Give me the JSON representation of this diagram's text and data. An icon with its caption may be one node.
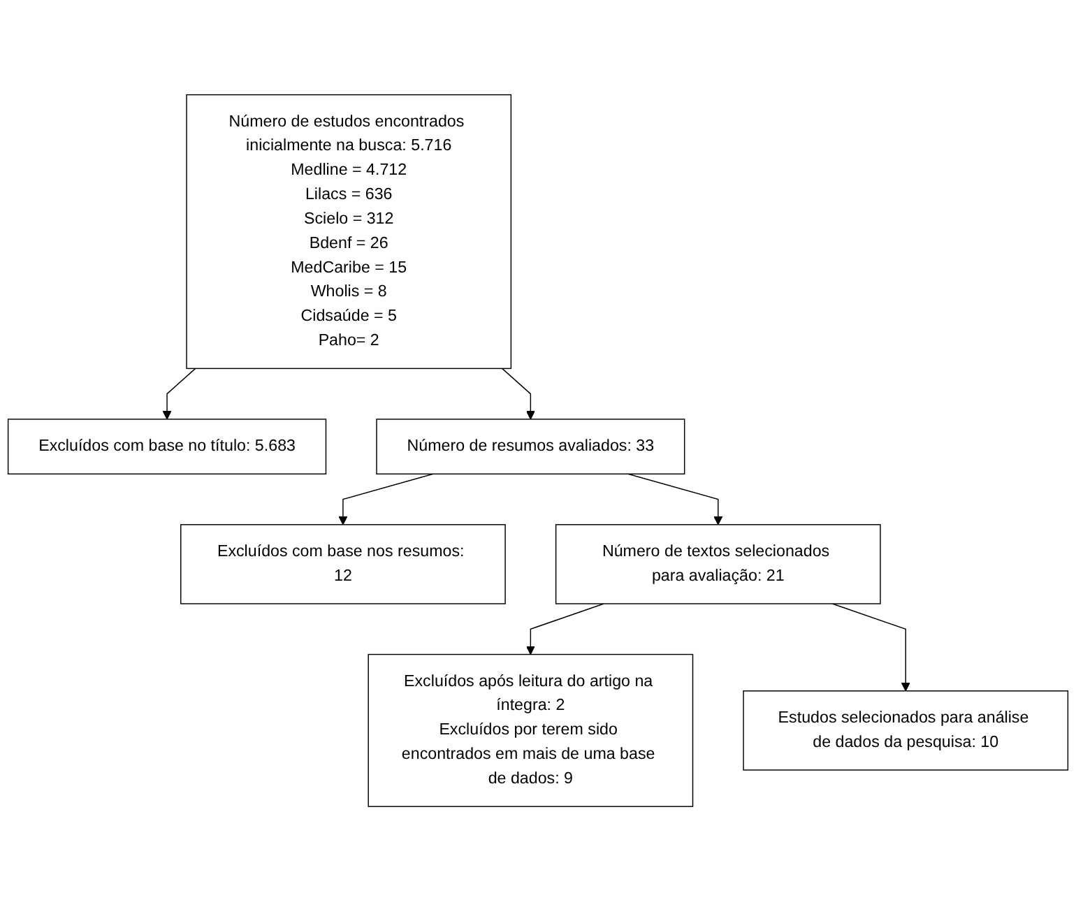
{
  "diagram": {
    "nodes": [
      {
        "text": [
          "Número de estudos encontrados inicialmente na busca: 5.716",
          "Medline = 4.712",
          "Lilacs = 636",
          "Scielo = 312",
          "Bdenf = 26",
          "MedCaribe = 15",
          "Wholis = 8",
          "Cidsaúde = 5",
          "Paho= 2"
        ]
      },
      {
        "text": [
          "Excluídos com base no título: 5.683"
        ]
      },
      {
        "text": [
          "Número de resumos avaliados: 33"
        ]
      },
      {
        "text": [
          "Excluídos com base nos resumos: 12"
        ]
      },
      {
        "text": [
          "Número de textos selecionados para avaliação: 21"
        ]
      },
      {
        "text": [
          "Excluídos após leitura do artigo na íntegra: 2",
          "Excluídos por terem sido encontrados em mais de uma base de dados: 9"
        ]
      },
      {
        "text": [
          "Estudos selecionados para análise de dados da pesquisa: 10"
        ]
      }
    ],
    "edges": [
      {
        "from": 0,
        "to": 1,
        "arrow": "to"
      },
      {
        "from": 0,
        "to": 2,
        "arrow": "to"
      },
      {
        "from": 2,
        "to": 3,
        "arrow": "to"
      },
      {
        "from": 2,
        "to": 4,
        "arrow": "to"
      },
      {
        "from": 4,
        "to": 5,
        "arrow": "to"
      },
      {
        "from": 4,
        "to": 6,
        "arrow": "to"
      }
    ]
  }
}
